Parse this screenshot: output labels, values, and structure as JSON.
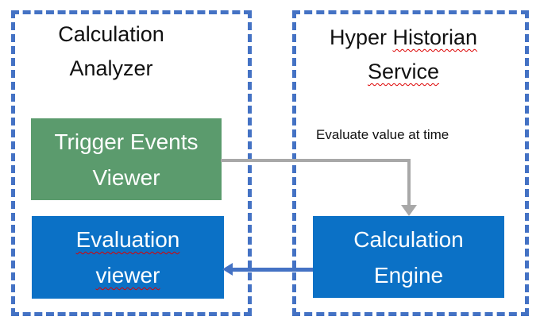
{
  "colors": {
    "group_border_blue": "#4472C4",
    "green_box_fill": "#5B9B6D",
    "blue_box_fill": "#0B71C6",
    "gray_arrow": "#A8A8A8",
    "blue_arrow": "#4472C4",
    "spellcheck_squiggle_red": "#DD0000",
    "title_text": "#111111",
    "box_text": "#FFFFFF"
  },
  "calculation_analyzer": {
    "title_line1": "Calculation",
    "title_line2": "Analyzer",
    "trigger_events_viewer": {
      "line1": "Trigger Events",
      "line2": "Viewer"
    },
    "evaluation_viewer": {
      "line1": "Evaluation",
      "line2": "viewer"
    }
  },
  "hyper_historian": {
    "title_word1": "Hyper",
    "title_word2": "Historian",
    "title_line2": "Service",
    "calculation_engine": {
      "line1": "Calculation",
      "line2": "Engine"
    }
  },
  "annotations": {
    "evaluate_label": "Evaluate value at time"
  }
}
